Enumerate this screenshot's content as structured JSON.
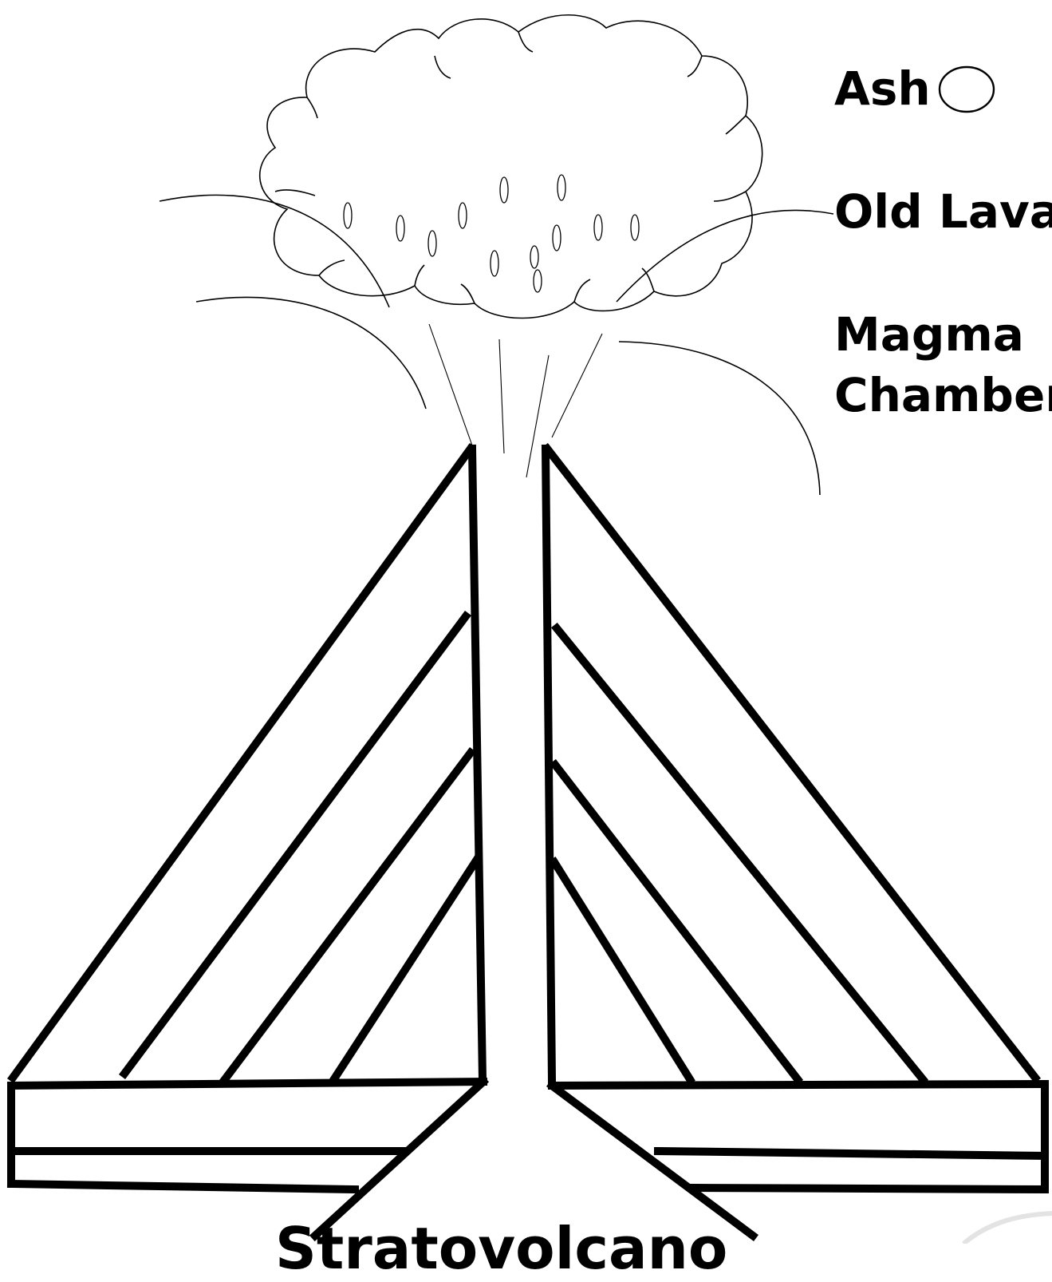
{
  "legend": {
    "ash_label": "Ash",
    "old_lava_label": "Old Lava",
    "magma_label_line1": "Magma",
    "magma_label_line2": "Chamber"
  },
  "title": {
    "text": "Stratovolcano"
  },
  "colors": {
    "ink": "#000000",
    "background": "#ffffff",
    "watermark": "#e3e3e3"
  }
}
